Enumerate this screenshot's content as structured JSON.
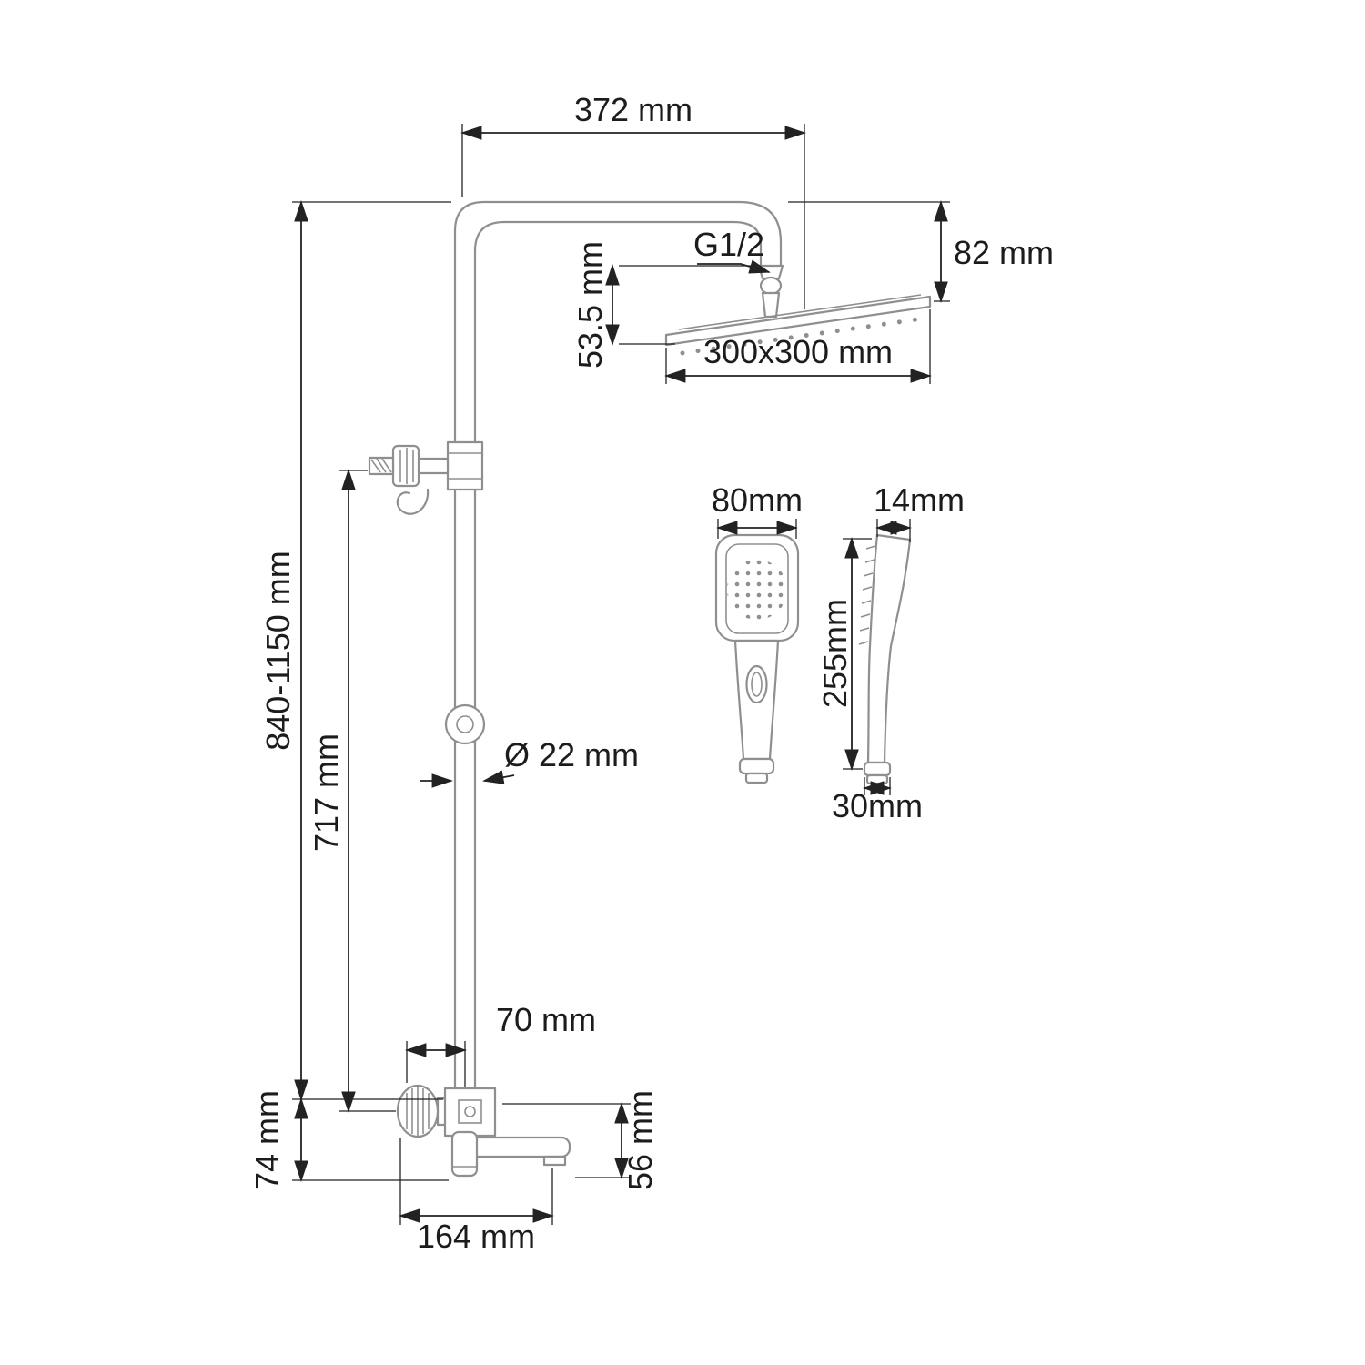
{
  "diagram": {
    "title": "shower-system-dimensional-drawing",
    "colors": {
      "background": "#ffffff",
      "product_line": "#8f8f8f",
      "dimension_line": "#222222",
      "text": "#1c1c1c"
    },
    "labels": {
      "arm_reach": "372 mm",
      "head_drop": "82 mm",
      "thread": "G1/2",
      "head_offset": "53.5 mm",
      "head_size": "300x300 mm",
      "column_height": "840-1150 mm",
      "diverter_to_mixer": "717 mm",
      "pipe_diameter": "Ø 22 mm",
      "mixer_offset": "70 mm",
      "mixer_height": "74 mm",
      "spout_drop": "56 mm",
      "spout_length": "164 mm",
      "handshower_width": "80mm",
      "handshower_depth": "14mm",
      "handshower_length": "255mm",
      "handshower_inlet": "30mm"
    }
  }
}
